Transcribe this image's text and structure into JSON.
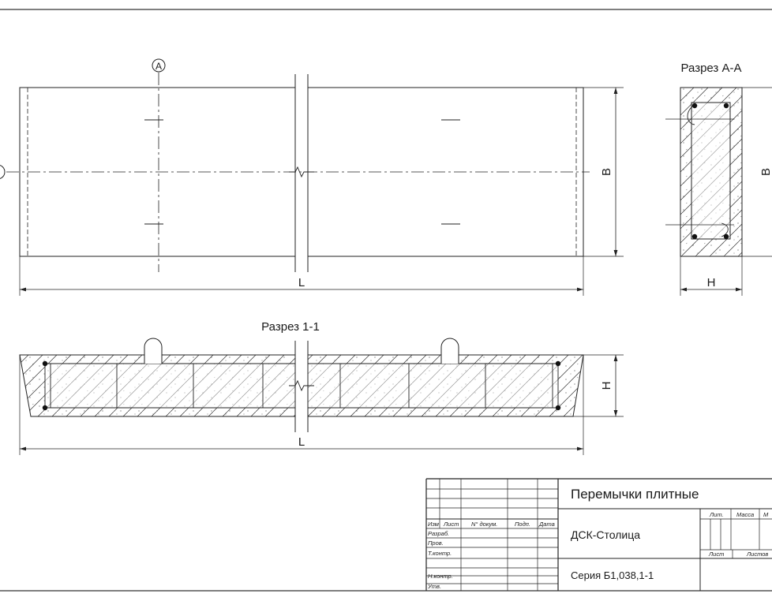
{
  "plan": {
    "axis_marker": "A",
    "dim_width": "B",
    "dim_length": "L"
  },
  "section_aa": {
    "title": "Разрез А-А",
    "dim_width": "B",
    "dim_height": "H"
  },
  "section_11": {
    "title": "Разрез 1-1",
    "dim_height": "H",
    "dim_length": "L"
  },
  "title_block": {
    "product_name": "Перемычки плитные",
    "organization": "ДСК-Столица",
    "series": "Серия Б1,038,1-1",
    "col_headers": [
      "Изм",
      "Лист",
      "N° докум.",
      "Подп.",
      "Дата"
    ],
    "row_labels": [
      "Разраб.",
      "Пров.",
      "Т.контр.",
      "",
      "Н.контр.",
      "Утв."
    ],
    "stage_headers": [
      "Лит.",
      "Масса",
      "М"
    ],
    "sheet_label": "Лист",
    "sheets_label": "Листов"
  }
}
